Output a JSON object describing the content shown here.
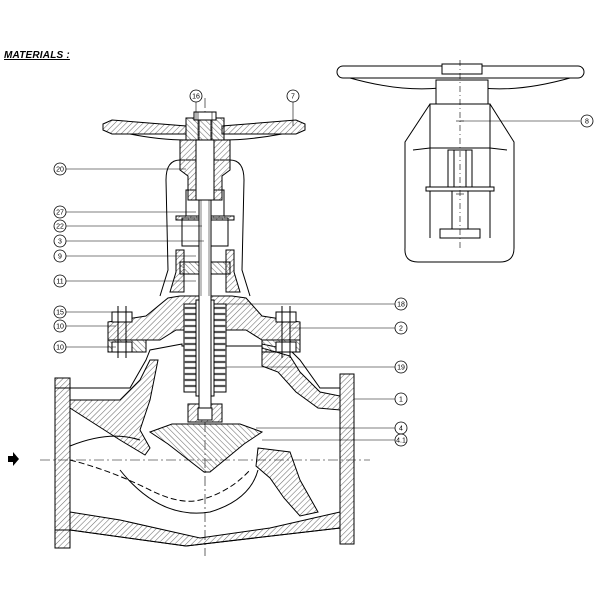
{
  "heading": "MATERIALS :",
  "colors": {
    "line": "#000000",
    "hatch": "#7a7a7a",
    "body_fill": "#ffffff",
    "background": "#ffffff"
  },
  "icons": {
    "flow_arrow": "flow-direction-arrow-icon"
  },
  "callouts": {
    "c16": "16",
    "c7": "7",
    "c8": "8",
    "c20": "20",
    "c27": "27",
    "c22": "22",
    "c3": "3",
    "c9": "9",
    "c11": "11",
    "c18": "18",
    "c15": "15",
    "c10a": "10",
    "c2": "2",
    "c10b": "10",
    "c19": "19",
    "c1": "1",
    "c4": "4",
    "c41": "4.1"
  }
}
